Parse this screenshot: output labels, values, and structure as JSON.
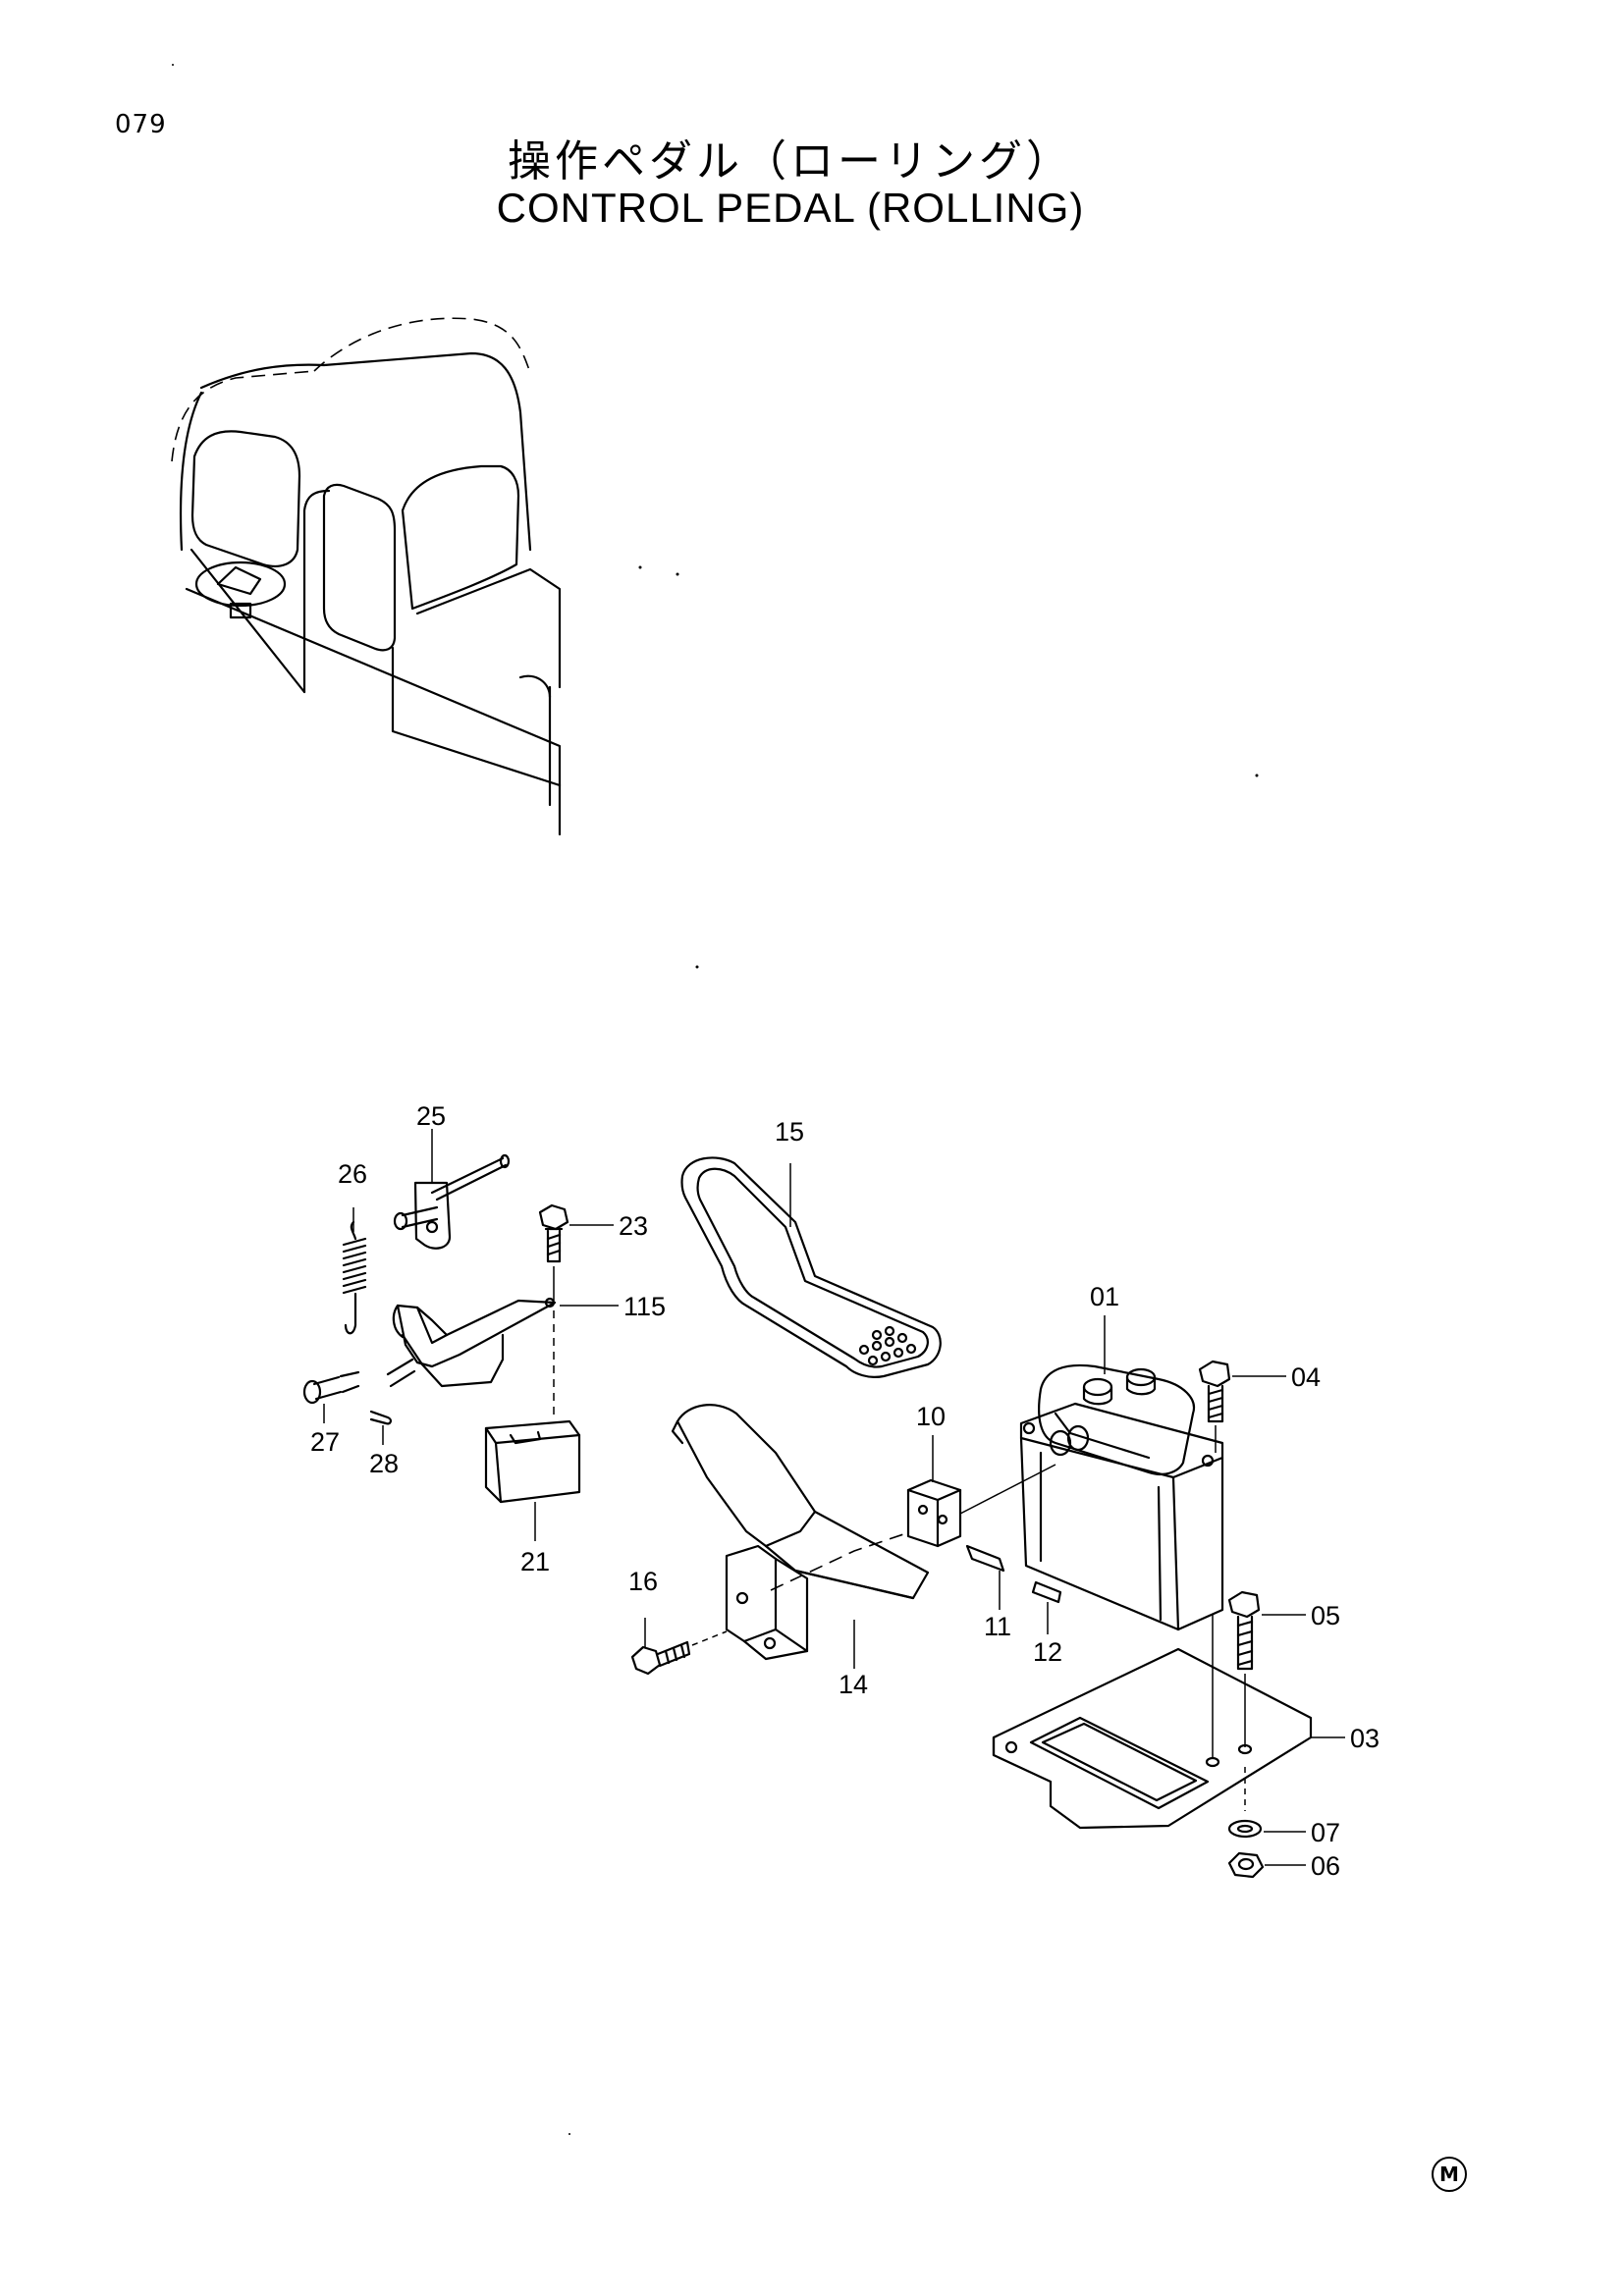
{
  "page": {
    "number": "079",
    "title_jp": "操作ペダル（ローリング）",
    "title_en": "CONTROL PEDAL (ROLLING)",
    "mark": "M"
  },
  "callouts": [
    "25",
    "26",
    "23",
    "115",
    "27",
    "28",
    "21",
    "15",
    "01",
    "04",
    "10",
    "16",
    "11",
    "12",
    "14",
    "05",
    "03",
    "07",
    "06"
  ]
}
